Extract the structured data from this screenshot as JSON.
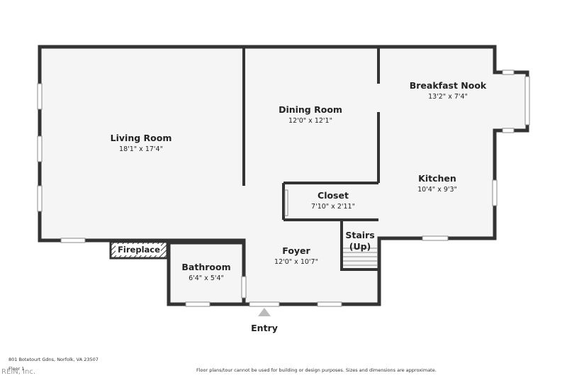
{
  "plan": {
    "rooms": {
      "living_room": {
        "name": "Living Room",
        "dim": "18'1\" x 17'4\""
      },
      "dining_room": {
        "name": "Dining Room",
        "dim": "12'0\" x 12'1\""
      },
      "breakfast_nook": {
        "name": "Breakfast Nook",
        "dim": "13'2\" x 7'4\""
      },
      "kitchen": {
        "name": "Kitchen",
        "dim": "10'4\" x 9'3\""
      },
      "closet": {
        "name": "Closet",
        "dim": "7'10\" x 2'11\""
      },
      "foyer": {
        "name": "Foyer",
        "dim": "12'0\" x 10'7\""
      },
      "bathroom": {
        "name": "Bathroom",
        "dim": "6'4\" x 5'4\""
      }
    },
    "stairs": {
      "line1": "Stairs",
      "line2": "(Up)"
    },
    "fireplace": "Fireplace",
    "entry": "Entry"
  },
  "footer": {
    "address": "801 Botetourt Gdns, Norfolk, VA 23507",
    "floor": "Floor 1",
    "disclaimer": "Floor plans/tour cannot be used for building or design purposes. Sizes and dimensions are approximate.",
    "watermark": "REIN, Inc."
  },
  "colors": {
    "wall": "#333333",
    "floor": "#f5f5f5",
    "text": "#222222"
  }
}
